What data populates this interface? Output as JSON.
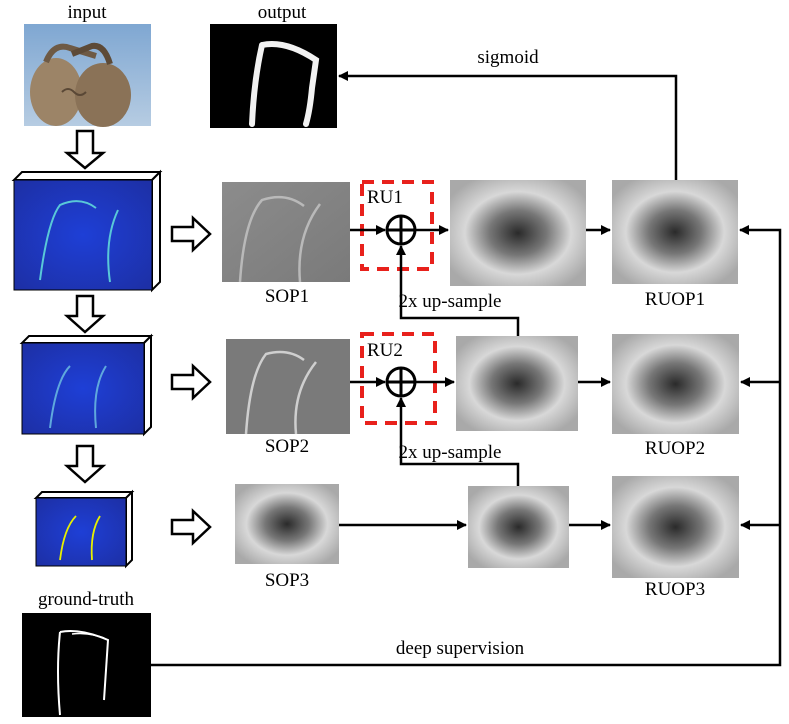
{
  "labels": {
    "input": "input",
    "output": "output",
    "ground_truth": "ground-truth",
    "sigmoid": "sigmoid",
    "deep_supervision": "deep supervision",
    "upsample_1": "2x up-sample",
    "upsample_2": "2x up-sample",
    "ru1": "RU1",
    "ru2": "RU2",
    "sop1": "SOP1",
    "sop2": "SOP2",
    "sop3": "SOP3",
    "ruop1": "RUOP1",
    "ruop2": "RUOP2",
    "ruop3": "RUOP3"
  },
  "colors": {
    "ru_box": "#e8211c",
    "feature_blue": "#1e3fd6",
    "arrow": "#000000"
  }
}
